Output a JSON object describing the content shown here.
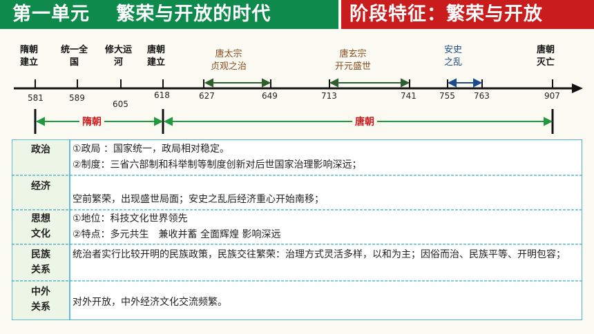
{
  "banner": {
    "left_title": "第一单元　 繁荣与开放的时代",
    "right_title": "阶段特征：繁荣与开放"
  },
  "timeline": {
    "events": [
      {
        "label": "隋朝\n建立",
        "year": "581"
      },
      {
        "label": "统一全\n国",
        "year": "589"
      },
      {
        "label": "修大运\n河",
        "year": "605"
      },
      {
        "label": "唐朝\n建立",
        "year": "618"
      },
      {
        "label": "唐太宗\n贞观之治",
        "year_start": "627",
        "year_end": "649"
      },
      {
        "label": "唐玄宗\n开元盛世",
        "year_start": "713",
        "year_end": "741"
      },
      {
        "label": "安史\n之乱",
        "year_start": "755",
        "year_end": "763"
      },
      {
        "label": "唐朝\n灭亡",
        "year": "907"
      }
    ],
    "eras": [
      {
        "label": "隋朝"
      },
      {
        "label": "唐朝"
      }
    ]
  },
  "table": {
    "rows": [
      {
        "head": "政治",
        "lines": [
          "①政局 ：国家统一，政局相对稳定。",
          "②制度：三省六部制和科举制等制度创新对后世国家治理影响深远；"
        ]
      },
      {
        "head": "经济",
        "lines": [
          "空前繁荣，出现盛世局面；安史之乱后经济重心开始南移；"
        ]
      },
      {
        "head": "思想\n文化",
        "lines": [
          "①地位：科技文化世界领先",
          "②特点：多元共生　兼收并蓄 全面辉煌 影响深远"
        ]
      },
      {
        "head": "民族\n关系",
        "lines": [
          "统治者实行比较开明的民族政策，民族交往繁荣：治理方式灵活多样，以和为主；因俗而治、民族平等、开明包容；"
        ]
      },
      {
        "head": "中外\n关系",
        "lines": [
          "对外开放，中外经济文化交流频繁。"
        ]
      }
    ]
  },
  "colors": {
    "green": "#0e8a4c",
    "red": "#c91d1d",
    "timeline_green": "#1f9a3e",
    "brown": "#8b4a1d",
    "blue": "#1d4a8b"
  }
}
